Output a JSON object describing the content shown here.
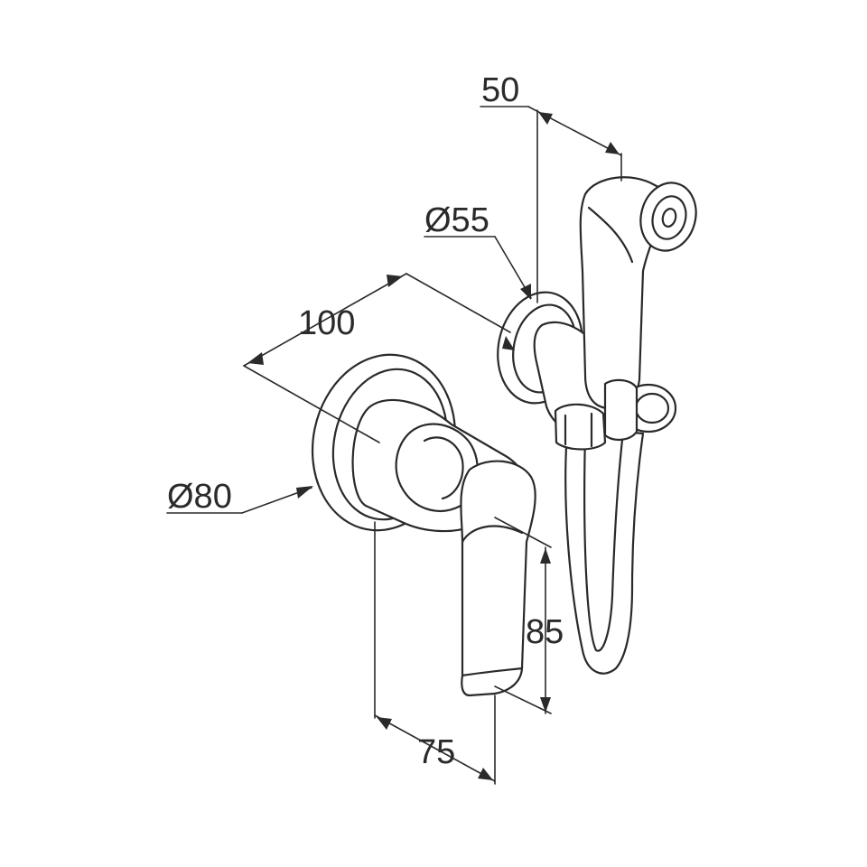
{
  "dimensions": {
    "d50": "50",
    "d55": "Ø55",
    "d100": "100",
    "d80": "Ø80",
    "d85": "85",
    "d75": "75"
  }
}
